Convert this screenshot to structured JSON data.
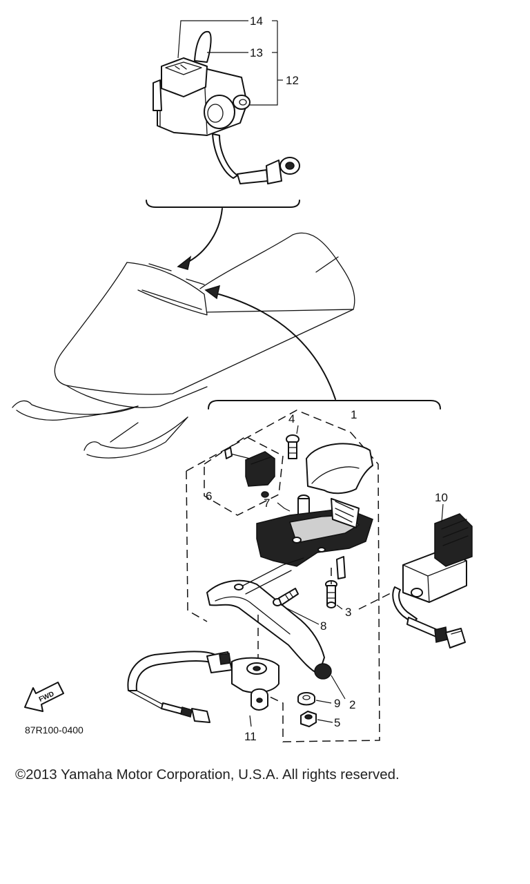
{
  "callouts": {
    "c1": "1",
    "c2": "2",
    "c3": "3",
    "c4": "4",
    "c5": "5",
    "c6": "6",
    "c7": "7",
    "c8": "8",
    "c9": "9",
    "c10": "10",
    "c11": "11",
    "c12": "12",
    "c13": "13",
    "c14": "14"
  },
  "fwd_badge": "FWD",
  "diagram_ref": "87R100-0400",
  "copyright": "©2013 Yamaha Motor Corporation, U.S.A. All rights reserved."
}
